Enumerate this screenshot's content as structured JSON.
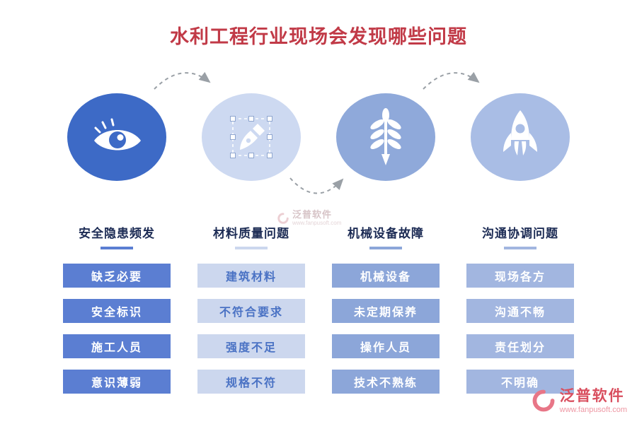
{
  "title": "水利工程行业现场会发现哪些问题",
  "title_color": "#c13a47",
  "columns": [
    {
      "icon": "eye-icon",
      "header": "安全隐患频发",
      "circle_color": "#3d6ac6",
      "box_color": "#5b7ed2",
      "box_text_color": "#ffffff",
      "items": [
        "缺乏必要",
        "安全标识",
        "施工人员",
        "意识薄弱"
      ]
    },
    {
      "icon": "pen-tool-icon",
      "header": "材料质量问题",
      "circle_color": "#cdd9f1",
      "box_color": "#ccd7ee",
      "box_text_color": "#4a72c4",
      "items": [
        "建筑材料",
        "不符合要求",
        "强度不足",
        "规格不符"
      ]
    },
    {
      "icon": "wheat-icon",
      "header": "机械设备故障",
      "circle_color": "#8fa9da",
      "box_color": "#8ca6d9",
      "box_text_color": "#ffffff",
      "items": [
        "机械设备",
        "未定期保养",
        "操作人员",
        "技术不熟练"
      ]
    },
    {
      "icon": "rocket-icon",
      "header": "沟通协调问题",
      "circle_color": "#a9bde5",
      "box_color": "#a2b6e0",
      "box_text_color": "#ffffff",
      "items": [
        "现场各方",
        "沟通不畅",
        "责任划分",
        "不明确"
      ]
    }
  ],
  "watermark": {
    "brand": "泛普软件",
    "site": "www.fanpusoft.com"
  }
}
